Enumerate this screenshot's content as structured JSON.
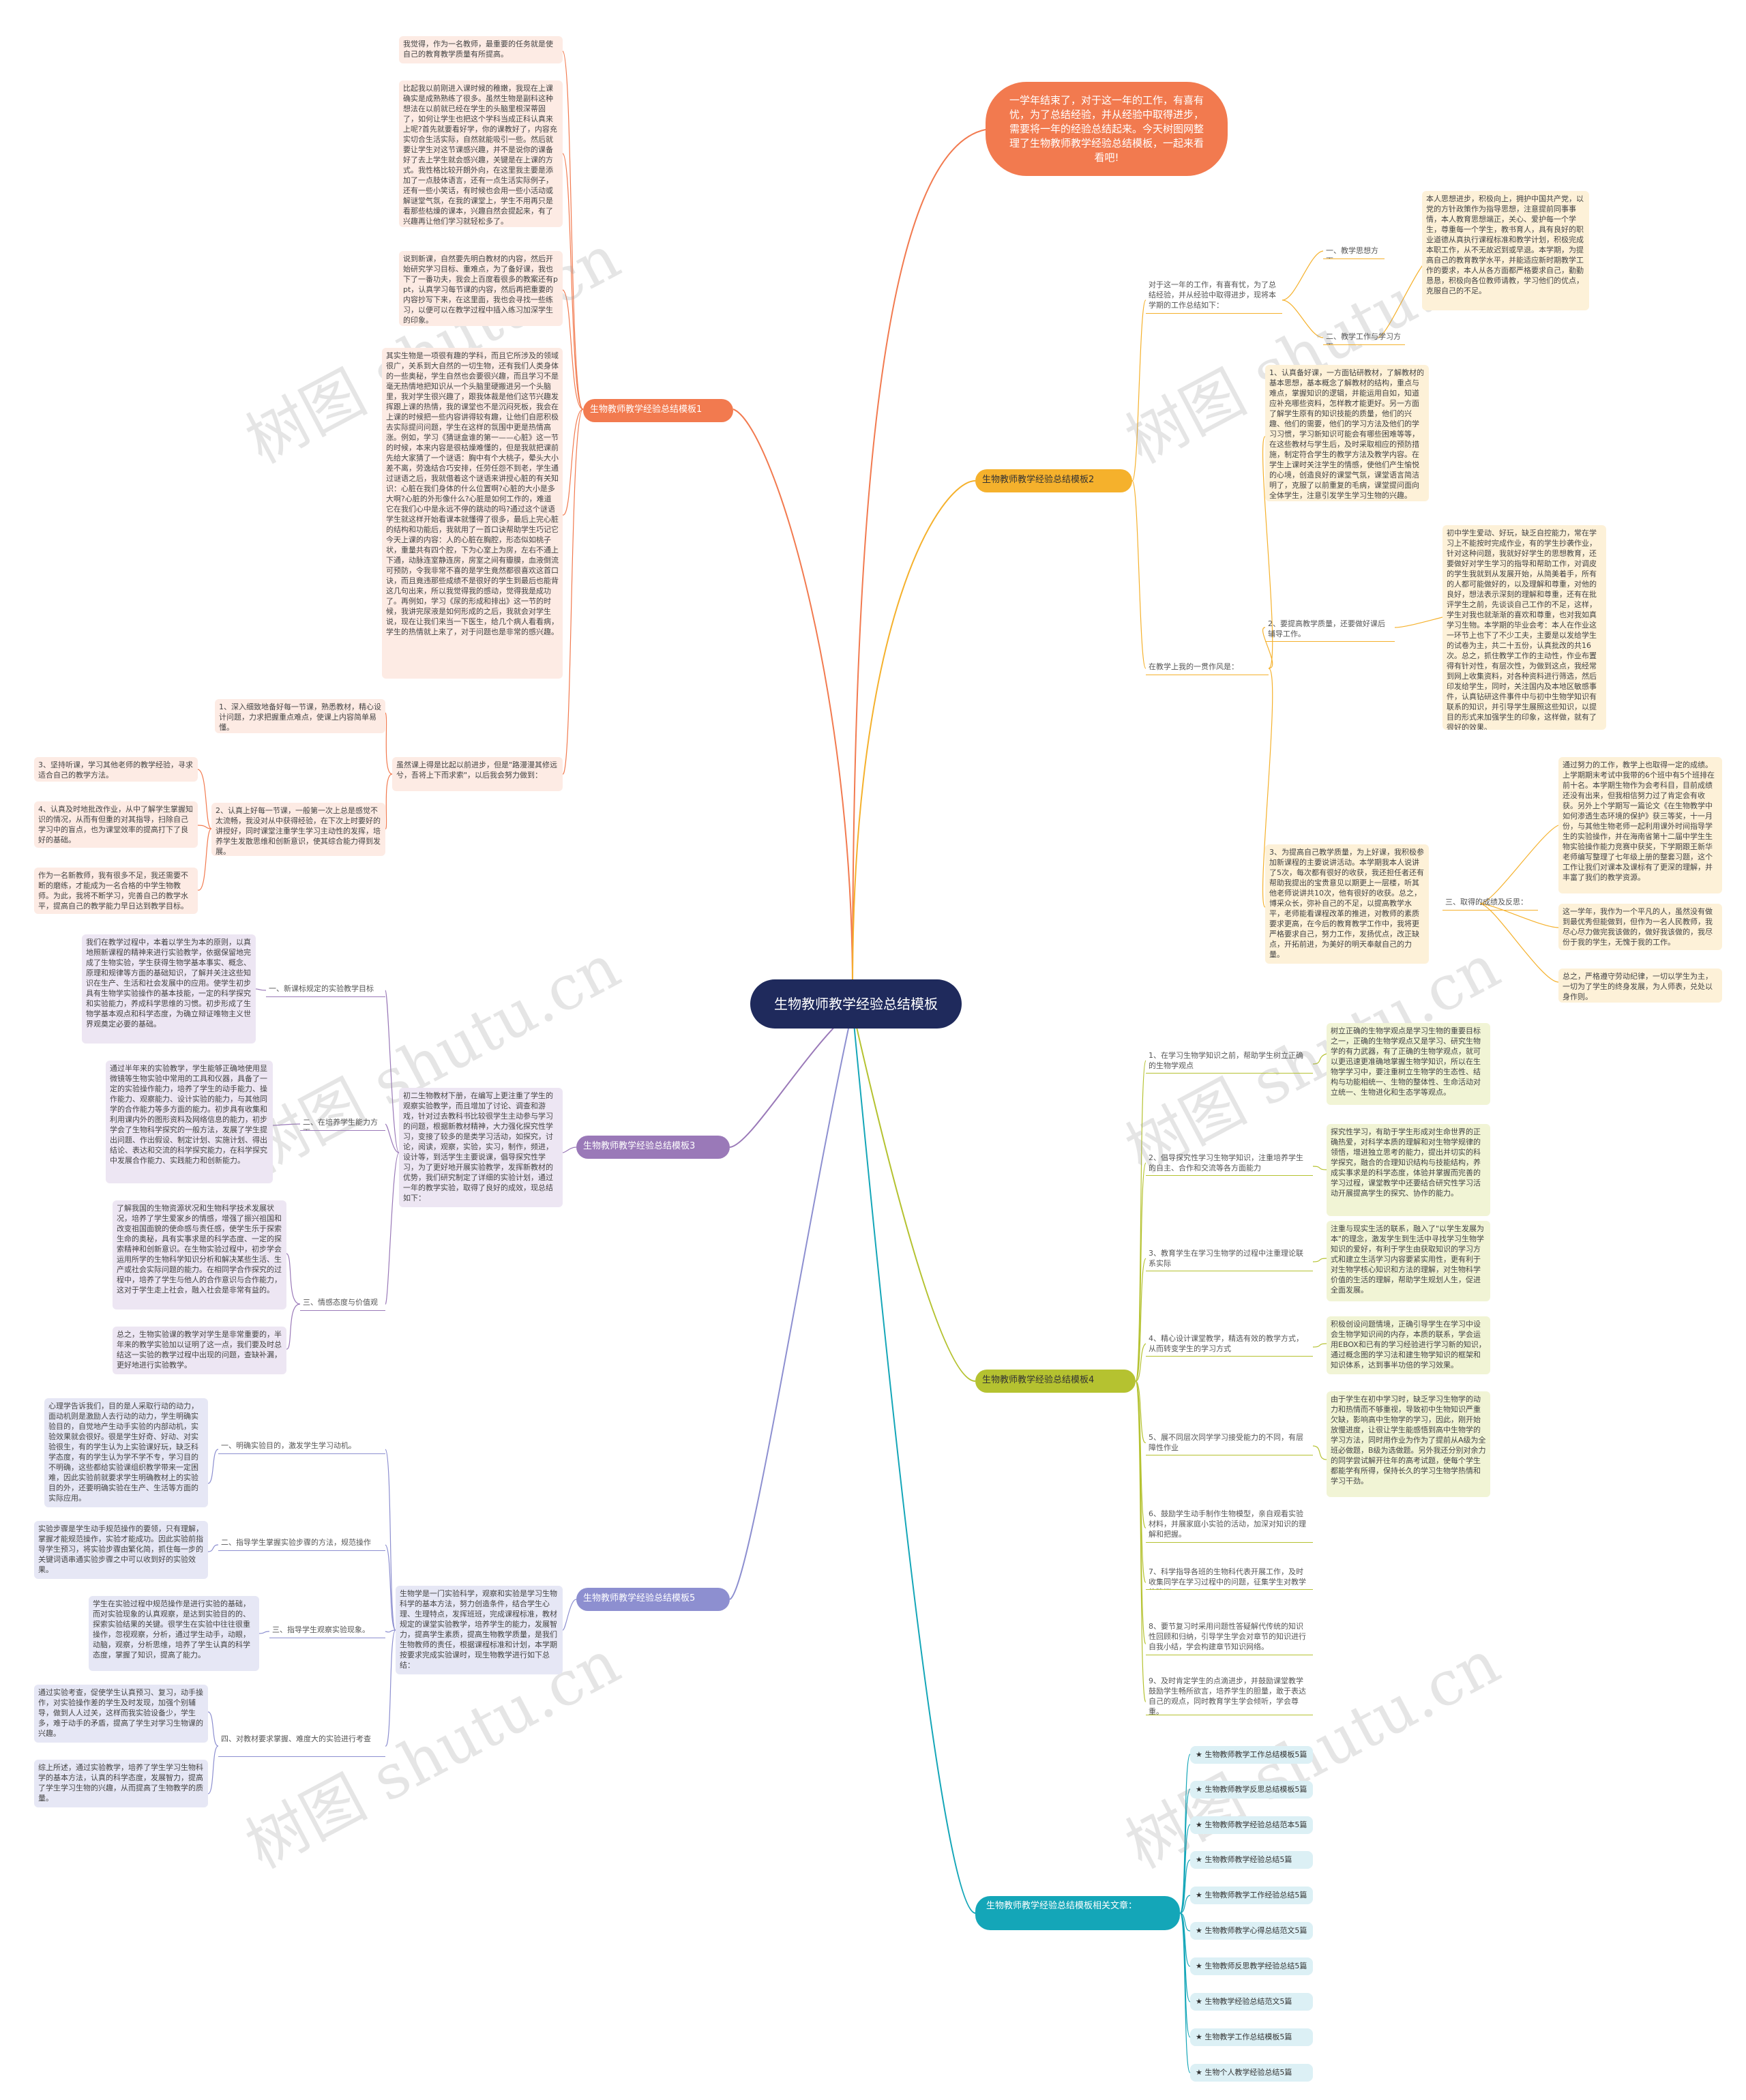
{
  "root": "生物教师教学经验总结模板",
  "intro": "一学年结束了，对于这一年的工作，有喜有忧，为了总结经验，并从经验中取得进步，需要将一年的经验总结起来。今天树图网整理了生物教师教学经验总结模板，一起来看看吧!",
  "watermark": "树图 shutu.cn",
  "b1": {
    "title": "生物教师教学经验总结模板1",
    "c1": "我觉得，作为一名教师，最重要的任务就是使自己的教育教学质量有所提高。",
    "c2": "比起我以前刚进入课时候的稚嫩，我现在上课确实是成熟熟练了很多。虽然生物是副科这种想法在以前就已经在学生的头脑里根深蒂固了，如何让学生也把这个学科当成正科认真来上呢?首先就要看好学，你的课教好了，内容充实切合生活实际，自然就能吸引一些。然后就要让学生对这节课感兴趣，并不是说你的课备好了去上学生就会感兴趣，关键是在上课的方式。我性格比较开朗外向，在这里我主要是添加了一点肢体语言，还有一点生活实际例子，还有一些小笑话，有时候也会用一些小活动或解谜堂气氛，在我的课堂上，学生不用再只是看那些枯燥的课本，兴趣自然会提起来，有了兴趣再让他们学习就轻松多了。",
    "c3": "说到新课，自然要先明白教材的内容，然后开始研究学习目标、重难点，为了备好课，我也下了一番功夫，我会上百度看很多的教案还有ppt，认真学习每节课的内容，然后再把重要的内容抄写下来，在这里面，我也会寻找一些练习，以便可以在教学过程中插入练习加深学生的印象。",
    "c4": "其实生物是一项很有趣的学科，而且它所涉及的领域很广，关系到大自然的一切生物，还有我们人类身体的一些奥秘，学生自然也会要很兴趣，而且学习不是毫无热情地把知识从一个头脑里硬搬进另一个头脑里，我对学生很兴趣了，跟我体裁是他们这节兴趣发挥跟上课的热情，我的课堂也不是沉闷死板，我会在上课的时候把一些内容讲得较有趣，让他们自愿积极去实际提问问题，学生在这样的氛围中更是热情高涨。例如，学习《猜谜盒谁的第一——心脏》这一节的时候，本来内容是很枯燥难懂的，但是我就把课前先给大家猜了一个谜语：胸中有个大桃子，晕头大小差不离，劳逸结合巧安排，任劳任怨不到老，学生通过谜语之后，我就借着这个谜语来讲授心脏的有关知识：心脏在我们身体的什么位置啊?心脏的大小是多大啊?心脏的外形像什么?心脏是如何工作的，难道它在我们心中是永远不停的跳动的吗?通过这个谜语学生就这样开始看课本就懂得了很多，最后上完心脏的结构和功能后，我就用了一首口诀帮助学生巧记它今天上课的内容：人的心脏在胸腔，形态似如桃子状，重量共有四个腔，下为心室上为房，左右不通上下通，动脉连室静连房，房室之间有瓣膜，血液倒流可预防，令我非常不喜的是学生竟然都很喜欢这首口诀，而且竟违那些成绩不是很好的学生到最后也能背这几句出来，所以我觉得我的感动，觉得我是成功了。再例如，学习《尿的形成和排出》这一节的时候，我讲完尿液是如何形成的之后，我就会对学生说，现在让我们来当一下医生，给几个病人看看病，学生的热情就上来了，对于问题也是非常的感兴趣。",
    "c5": "虽然课上得是比起以前进步，但是\"路漫漫其修远兮，吾将上下而求索\"，以后我会努力做到：",
    "c5a": "1、深入细致地备好每一节课，熟悉教材，精心设计问题，力求把握重点难点，使课上内容简单易懂。",
    "c5b": "2、认真上好每一节课，一般第一次上总是感觉不太流畅，我没对从中获得经验，在下次上时要好的讲授好，同时课堂注重学生学习主动性的发挥，培养学生发散思维和创新意识，使其综合能力得到发展。",
    "c6a": "3、坚持听课，学习其他老师的教学经验，寻求适合自己的教学方法。",
    "c6b": "4、认真及时地批改作业，从中了解学生掌握知识的情况，从而有但重的对其指导，扫除自己学习中的盲点，也为课堂效率的提高打下了良好的基础。",
    "c7": "作为一名新教师，我有很多不足，我还需要不断的磨练，才能成为一名合格的中学生物教师。为此，我将不断学习，完善自己的教学水平，提高自己的教学能力早日达到教学目标。"
  },
  "b2": {
    "title": "生物教师教学经验总结模板2",
    "lead": "对于这一年的工作，有喜有忧，为了总结经验，并从经验中取得进步，现将本学期的工作总结如下：",
    "s1": "一、教学思想方面：",
    "s1c": "本人思想进步，积极向上，拥护中国共产党，以党的方针政策作为指导思想，注意提前同事事情，本人教育思想端正，关心、爱护每一个学生，尊重每一个学生，教书育人，具有良好的职业道德从真执行课程标准和教学计划，积极完成本职工作，从不无故迟到或早退。本学期，为提高自己的教育教学水平，并能适应新时期教学工作的要求，本人从各方面都严格要求自己，勤勤恳恳，积极向各位教师请教，学习他们的优点，克服自己的不足。",
    "s2": "二、教学工作与学习方面：",
    "s2c": "1、认真备好课，一方面钻研教材，了解教材的基本思想，基本概念了解教材的结构，重点与难点，掌握知识的逻辑，并能运用自如，知道应补充哪些资料，怎样教才能更好。另一方面了解学生原有的知识技能的质量，他们的兴趣、他们的需要，他们的学习方法及他们的学习习惯，学习新知识可能会有哪些困难等等，在这些教材与学生后，及时采取相应的预防措施，制定符合学生的教学方法及教学内容。在学生上课时关注学生的情感，使他们产生愉悦的心境，创造良好的课堂气氛，课堂语言简洁明了，克服了以前重复的毛病，课堂提问面向全体学生，注意引发学生学习生物的兴趣。",
    "mid": "在教学上我的一贯作风是：",
    "s3": "2、要提高教学质量，还要做好课后辅导工作。",
    "s3c": "初中学生爱动、好玩，缺乏自控能力，常在学习上不能按时完成作业，有的学生抄袭作业，针对这种问题，我就好好学生的思想教育，还要做好对学生学习的指导和帮助工作，对调皮的学生我就到从发展开始，从简美着手，所有的人都可能做好的，以及理解和尊重，对他的良好，想法表示深刻的理解和尊重，还有在批评学生之前，先谈谈自己工作的不足，这样，学生对我也就渐渐的喜欢和尊重，也对我如真学习生物。本学期的毕业会考：本人在作业这一环节上也下了不少工夫，主要是以发给学生的试卷为主，共二十五份，认真批改的共16次。总之，抓住教学工作的主动性，作业布置得有针对性，有层次性，为做到这点，我经常到网上收集资料，对各种资料进行筛选，然后印发给学生，同时，关注国内及本地区敏感事件，认真钻研这件事件中与初中生物学知识有联系的知识，并引导学生展照这些知识，以提目的形式来加强学生的印象，这样做，就有了很好的效果。",
    "s4": "3、为提高自己教学质量，为上好课，我积极参加新课程的主要说讲活动。本学期我本人说讲了5次，每次都有很好的收获，我还担任者还有帮助我提出的宝贵意见以期更上一层楼，听其他老师说讲共10次，他有很好的收获。总之，博采众长，弥补自己的不足，以提高教学水平，老师能看课程改革的推进，对教师的素质要求更高，在今后的教育教学工作中，我将更严格要求自己，努力工作，发扬优点，改正缺点，开拓前进，为美好的明天奉献自己的力量。",
    "s5": "三、取得的成绩及反思：",
    "s5a": "通过努力的工作，教学上也取得一定的成绩。上学期期末考试中我带的6个班中有5个班排在前十名。本学期生物作为会考科目，目前成绩还没有出来，但我相信努力过了肯定会有收获。另外上个学期写一篇论文《在生物教学中如何渗透生态环境的保护》获三等奖，十一月份，与其他生物老师一起利用课外时间指导学生的实验操作，并在海南省第十二届中学生生物实验操作能力竞赛中获奖，下学期跟王新华老师编写整理了七年级上册的整套习题，这个工作让我们对课本及课标有了更深的理解，并丰富了我们的教学资源。",
    "s5b": "这一学年，我作为一个平凡的人，虽然没有做到最优秀但能做到，但作为一名人民教师，我尽心尽力做完我该做的，做好我该做的，我尽份于我的学生，无愧于我的工作。",
    "s5c": "总之，严格遵守劳动纪律，一切以学生为主，一切为了学生的终身发展，为人师表，兑处以身作则。"
  },
  "b3": {
    "title": "生物教师教学经验总结模板3",
    "lead": "初二生物教材下册，在编写上更注重了学生的观察实验教学，而且增加了讨论、调查和游戏，针对过去教科书比较很学生主动参与学习的问题，根据新教材精神，大力强化探究性学习，变接了较多的是类学习活动，如探究，讨论，阅读，观察，实验，实习，制作，频进，设计等，到活学生主要说课，倡导探究性学习，为了更好地开展实验教学，发挥新教材的优势，我们研究制定了详细的实验计划，通过一年的教学实验，取得了良好的成效，现总结如下：",
    "s1": "一、新课标规定的实验教学目标",
    "s1c": "我们在教学过程中，本着以学生为本的原则，以真地照新课程的精神来进行实验教学，依据保留地完成了生物实验，学生获得生物学基本事实、概念、原理和规律等方面的基础知识，了解并关注这些知识在生产、生活和社会发展中的应用。使学生初步具有生物学实验操作的基本技能，一定的科学探究和实验能力，养成科学思维的习惯。初步形成了生物学基本观点和科学态度，为确立辩证唯物主义世界观奠定必要的基础。",
    "s2": "二、在培养学生能力方面",
    "s2c": "通过半年来的实验教学，学生能够正确地使用显微镜等生物实验中常用的工具和仪器，具备了一定的实验操作能力，培养了学生的动手能力、操作能力、观察能力、设计实验的能力，与其他同学的合作能力等多方面的能力。初步具有收集和利用课内外的图形资料及网络信息的能力，初步学会了生物科学探究的一般方法，发展了学生提出问题、作出假设、制定计划、实施计划、得出结论、表达和交流的科学探究能力，在科学探究中发展合作能力、实践能力和创新能力。",
    "s3": "三、情感态度与价值观",
    "s3c1": "了解我国的生物资源状况和生物科学技术发展状况，培养了学生爱家乡的情感，增强了振兴祖国和改变祖国面貌的使命感与责任感，使学生乐于探索生命的奥秘，具有实事求是的科学态度、一定的探索精神和创新意识。在生物实验过程中，初步学会运用所学的生物科学知识分析和解决某些生活、生产或社会实际问题的能力。在相同学合作探究的过程中，培养了学生与他人的合作意识与合作能力，这对于学生走上社会，融入社会是非常有益的。",
    "s3c2": "总之，生物实验课的教学对学生是非常重要的，半年来的教学实验加以证明了这一点，我们要及时总结这一实验的教学过程中出现的问题，查缺补漏，更好地进行实验教学。"
  },
  "b4": {
    "title": "生物教师教学经验总结模板4",
    "s1": "1、在学习生物学知识之前，帮助学生树立正确的生物学观点",
    "s1c": "树立正确的生物学观点是学习生物的重要目标之一，正确的生物学观点又是学习、研究生物学的有力武器，有了正确的生物学观点，就可以更迅速更准确地掌握生物学知识，所以在生物学学习中，要注重树立生物学的生态性、结构与功能相统一、生物的整体性、生命活动对立统一、生物进化和生态学等观点。",
    "s2": "2、倡导探究性学习生物学知识，注重培养学生的自主、合作和交流等各方面能力",
    "s2c": "探究性学习，有助于学生形成对生命世界的正确热爱，对科学本质的理解和对生物学规律的领悟，增进独立思考的能力，提出并切实的科学探究，融合的合理知识结构与技能结构，养成实事求是的科学态度，体验并掌握而完善的学习过程，课堂教学中还要结合研究性学习活动开展提高学生的探究、协作的能力。",
    "s3": "3、教育学生在学习生物学的过程中注重理论联系实际",
    "s3c": "注重与现实生活的联系，融入了\"以学生发展为本\"的理念，激发学生到生活中寻找学习生物学知识的爱好，有利于学生由获取知识的学习方式和建立生活学习内容要紧实用性，更有利于对生物学核心知识和方法的理解，对生物科学价值的生活的理解，帮助学生规划人生，促进全面发展。",
    "s4": "4、精心设计课堂教学，精选有效的教学方式，从而转变学生的学习方式",
    "s4c": "积极创设问题情境，正确引导学生在学习中设会生物学知识间的内存，本质的联系，学会运用EBOX和已有的学习经验进行学习新的知识，通过概念图的学习法和建生物学知识的框架和知识体系，达到事半功倍的学习效果。",
    "s5": "5、展不同层次同学学习接受能力的不同，有层障性作业",
    "s5c": "由于学生在初中学习时，缺乏学习生物学的动力和热情而不够重视，导致初中生物知识严重欠缺，影响高中生物学的学习，因此，刚开始放慢进度，让很让学生能感悟到高中生物学的学习方法，同时用作业为作为了提前从A级为全班必做题，B级为选做题。另外我还分别对余力的同学尝试解开往年的高考试题，使每个学生都能学有所得，保持长久的学习生物学热情和学习干劲。",
    "s6": "6、鼓励学生动手制作生物模型，亲自观看实验材料，并展家庭小实验的活动，加深对知识的理解和把握。",
    "s7": "7、科学指导各班的生物科代表开展工作，及时收集同学在学习过程中的问题，征集学生对教学的建议。",
    "s8": "8、要节复习时采用问题性答疑解代传统的知识性回顾和归纳，引导学生学会对章节的知识进行自我小结，学会构建章节知识网络。",
    "s9": "9、及时肯定学生的点滴进步，并鼓励课堂教学鼓励学生畅所欲言，培养学生的胆量，敢于表达自己的观点，同时教育学生学会倾听，学会尊重。"
  },
  "b5": {
    "title": "生物教师教学经验总结模板5",
    "lead": "生物学是一门实验科学，观察和实验是学习生物科学的基本方法，努力创造条件，结合学生心理、生理特点，发挥班班，完成课程标准，教材规定的课堂实验教学，培养学生的能力，发展智力，提高学生素质，提高生物教学质量，是我们生物教师的责任，根据课程标准和计划，本学期按要求完成实验课时，现生物教学进行如下总结：",
    "s1": "一、明确实验目的，激发学生学习动机。",
    "s1c": "心理学告诉我们，目的是人采取行动的动力，面动机则是激励人去行动的动力，学生明确实验目的，自觉地产生动手实验的内部动机，实验效果就会很好。很是学生好奇、好动、对实验很生，有的学生认为上实验课好玩，缺乏科学态度，有的学生认为学不学不专，学习目的不明确，这些都给实验课组织教学带来一定困难，因此实验前就要求学生明确教材上的实验目的外，还要明确实验在生产、生活等方面的实际应用。",
    "s2": "二、指导学生掌握实验步骤的方法，规范操作",
    "s2c": "实验步骤是学生动手规范操作的要领，只有理解，掌握才能规范操作，实验才能成功。因此实验前指导学生预习，将实验步骤由繁化简，抓住每一步的关键词语串通实验步骤之中可以收到好的实验效果。",
    "s3": "三、指导学生观察实验现象。",
    "s3c": "学生在实验过程中规范操作是进行实验的基础，而对实验现象的认真观察，是达到实验目的的、探索实验结果的关键。很学生在实验中往往很重操作，忽视观察，分析，通过学生动手，动眼，动脑，观察，分析思维，培养了学生认真的科学态度，掌握了知识，提高了能力。",
    "s4": "四、对教材要求掌握、难度大的实验进行考查",
    "s4c1": "通过实验考查，促使学生认真预习、复习，动手操作，对实验操作差的学生及时发现，加强个别辅导，做到人人过关，这样而我实验设备少，学生多，难于动手的矛盾，提高了学生对学习生物课的兴趣。",
    "s4c2": "综上所述，通过实验教学，培养了学生学习生物科学的基本方法，认真的科学态度，发展智力，提高了学生学习生物的兴趣，从而提高了生物教学的质量。"
  },
  "b6": {
    "title": "生物教师教学经验总结模板相关文章：",
    "items": [
      "★ 生物教师教学工作总结模板5篇",
      "★ 生物教师教学反思总结模板5篇",
      "★ 生物教师教学经验总结范本5篇",
      "★ 生物教师教学经验总结5篇",
      "★ 生物教师教学工作经验总结5篇",
      "★ 生物教师教学心得总结范文5篇",
      "★ 生物教师反思教学经验总结5篇",
      "★ 生物教学经验总结范文5篇",
      "★ 生物教学工作总结模板5篇",
      "★ 生物个人教学经验总结5篇"
    ]
  },
  "colors": {
    "root": "#1f2a5c",
    "b1": "#f27a4f",
    "b2": "#f5b12c",
    "b3": "#9a79b8",
    "b4": "#b5c230",
    "b5": "#8d8fd0",
    "b6": "#14a6b8"
  }
}
